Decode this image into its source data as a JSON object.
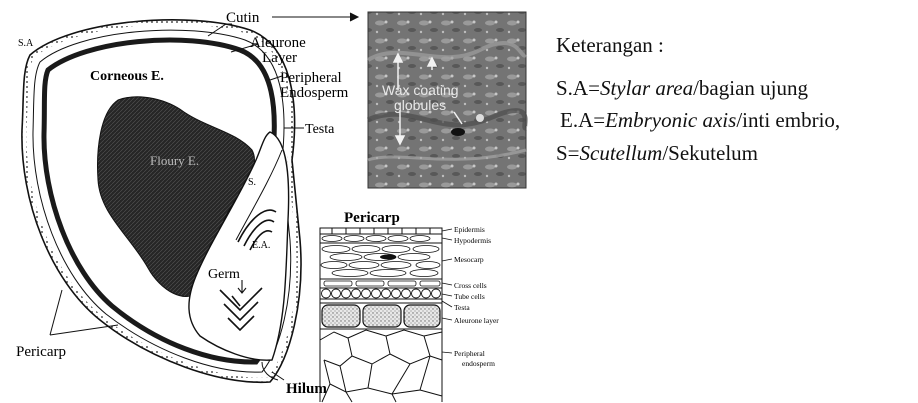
{
  "kernel": {
    "labels": {
      "stylar_area": "S.A",
      "cutin": "Cutin",
      "aleurone_1": "Aleurone",
      "aleurone_2": "Layer",
      "peripheral_1": "Peripheral",
      "peripheral_2": "Endosperm",
      "testa": "Testa",
      "corneous": "Corneous E.",
      "floury": "Floury E.",
      "scutellum": "S.",
      "embryonic_axis": "E.A.",
      "germ": "Germ",
      "pericarp": "Pericarp",
      "hilum": "Hilum"
    }
  },
  "micrograph": {
    "labels": {
      "wax_line_1": "Wax coating",
      "wax_line_2": "globules"
    }
  },
  "pericarp_diagram": {
    "title": "Pericarp",
    "layers": [
      "Epidermis",
      "Hypodermis",
      "Mesocarp",
      "Cross cells",
      "Tube cells",
      "Testa",
      "Aleurone layer",
      "Peripheral",
      "endosperm"
    ]
  },
  "legend": {
    "title": "Keterangan :",
    "items": [
      {
        "prefix": "S.A=",
        "term": "Stylar area",
        "suffix": "/bagian ujung"
      },
      {
        "prefix": "E.A=",
        "term": "Embryonic axis",
        "suffix": "/inti embrio,"
      },
      {
        "prefix": "S=",
        "term": "Scutellum",
        "suffix": "/Sekutelum"
      }
    ]
  },
  "colors": {
    "ink": "#111111",
    "floury": "#2b2b2b",
    "micrograph_bg": "#6f6f6f"
  }
}
